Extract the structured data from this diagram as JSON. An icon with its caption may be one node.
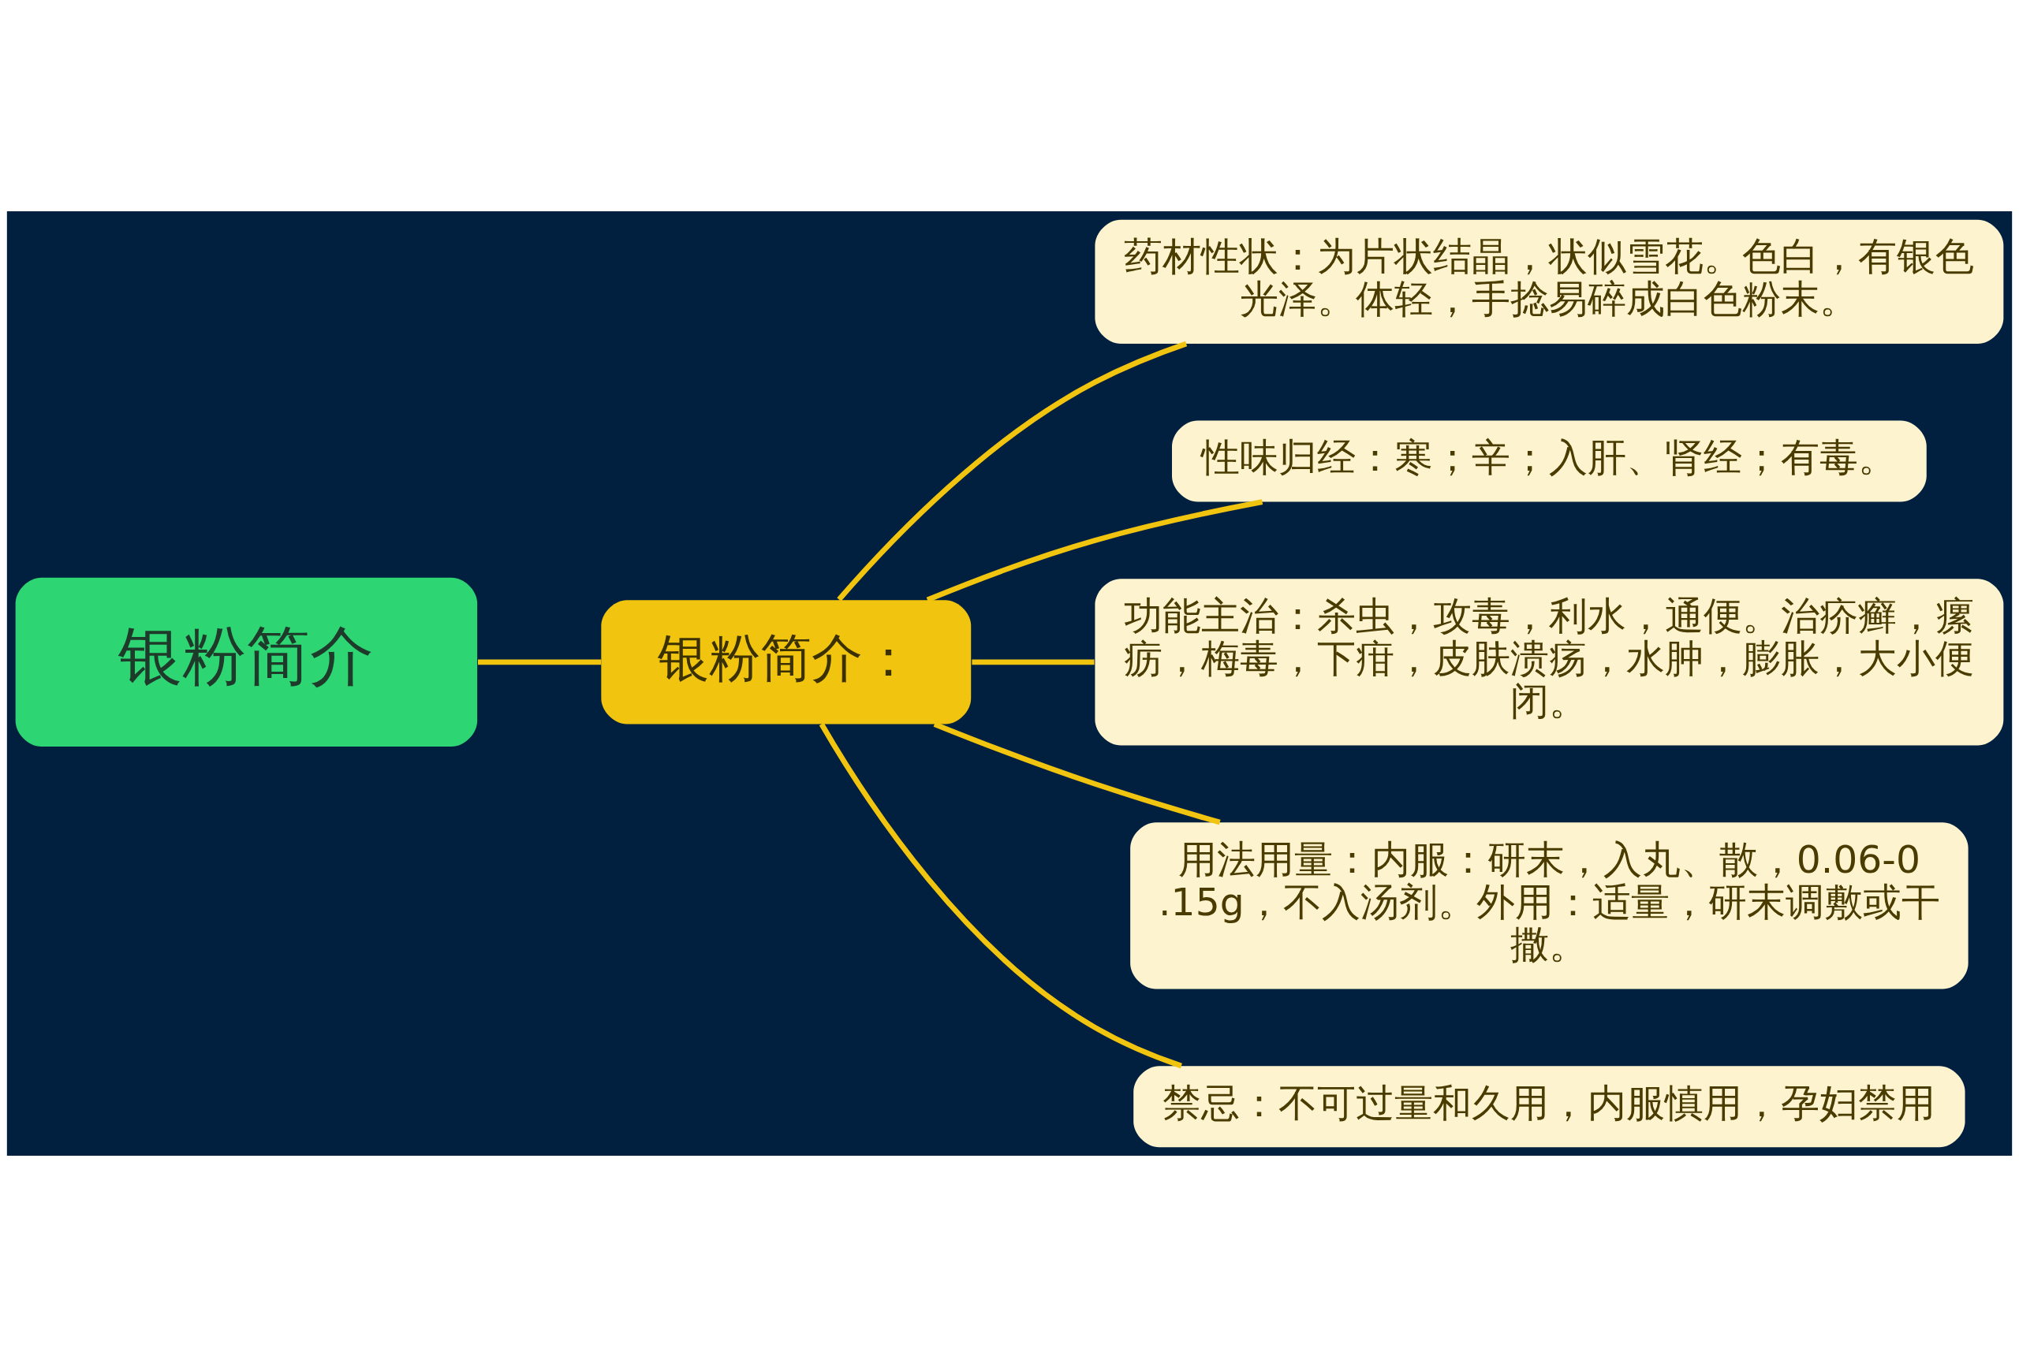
{
  "diagram": {
    "nodes": [
      {
        "text": [
          "银粉简介"
        ]
      },
      {
        "text": [
          "银粉简介："
        ]
      },
      {
        "text": [
          "药材性状：为片状结晶，状似雪花。色白，有银色光泽。体轻，手捻易碎成白色粉末。"
        ]
      },
      {
        "text": [
          "性味归经：寒；辛；入肝、肾经；有毒。"
        ]
      },
      {
        "text": [
          "功能主治：杀虫，攻毒，利水，通便。治疥癣，瘰疬，梅毒，下疳，皮肤溃疡，水肿，膨胀，大小便闭。"
        ]
      },
      {
        "text": [
          "用法用量：内服：研末，入丸、散，0.06-0.15g，不入汤剂。外用：适量，研末调敷或干撒。"
        ]
      },
      {
        "text": [
          "禁忌：不可过量和久用，内服慎用，孕妇禁用"
        ]
      }
    ],
    "edges": [
      {
        "from": 0,
        "to": 1,
        "arrow": "none"
      },
      {
        "from": 1,
        "to": 2,
        "arrow": "none"
      },
      {
        "from": 1,
        "to": 3,
        "arrow": "none"
      },
      {
        "from": 1,
        "to": 4,
        "arrow": "none"
      },
      {
        "from": 1,
        "to": 5,
        "arrow": "none"
      },
      {
        "from": 1,
        "to": 6,
        "arrow": "none"
      }
    ]
  }
}
